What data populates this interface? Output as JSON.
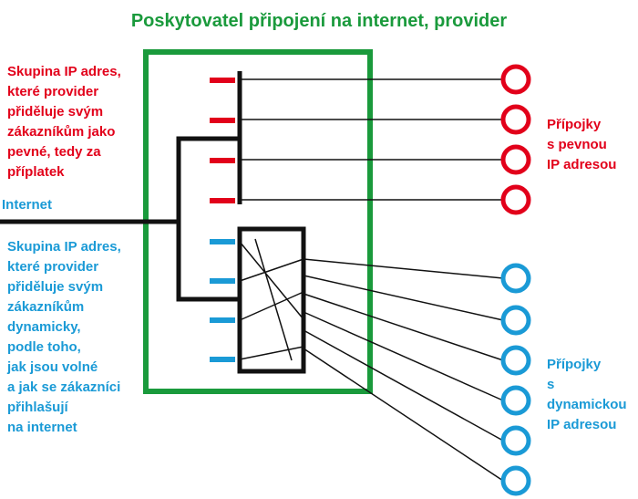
{
  "title": "Poskytovatel připojení na internet, provider",
  "colors": {
    "green": "#1a9a3c",
    "red": "#e2001a",
    "blue": "#1a9ad6",
    "black": "#111111"
  },
  "labels": {
    "internet": "Internet",
    "static_group": "Skupina IP adres,\nkteré provider\npřiděluje svým\nzákazníkům jako\npevné, tedy za\npříplatek",
    "dynamic_group": "Skupina IP adres,\nkteré provider\npřiděluje svým\nzákazníkům\ndynamicky,\npodle toho,\njak jsou volné\na jak se zákazníci\npřihlašují\nna internet",
    "static_connections": "Přípojky\ns pevnou\nIP adresou",
    "dynamic_connections": "Přípojky\ns dynamickou\nIP adresou"
  },
  "nodes": {
    "static_ports": 4,
    "dynamic_ports": 4,
    "static_customers": 4,
    "dynamic_customers": 6
  },
  "icons": {
    "customer_connection": "circle-icon"
  }
}
